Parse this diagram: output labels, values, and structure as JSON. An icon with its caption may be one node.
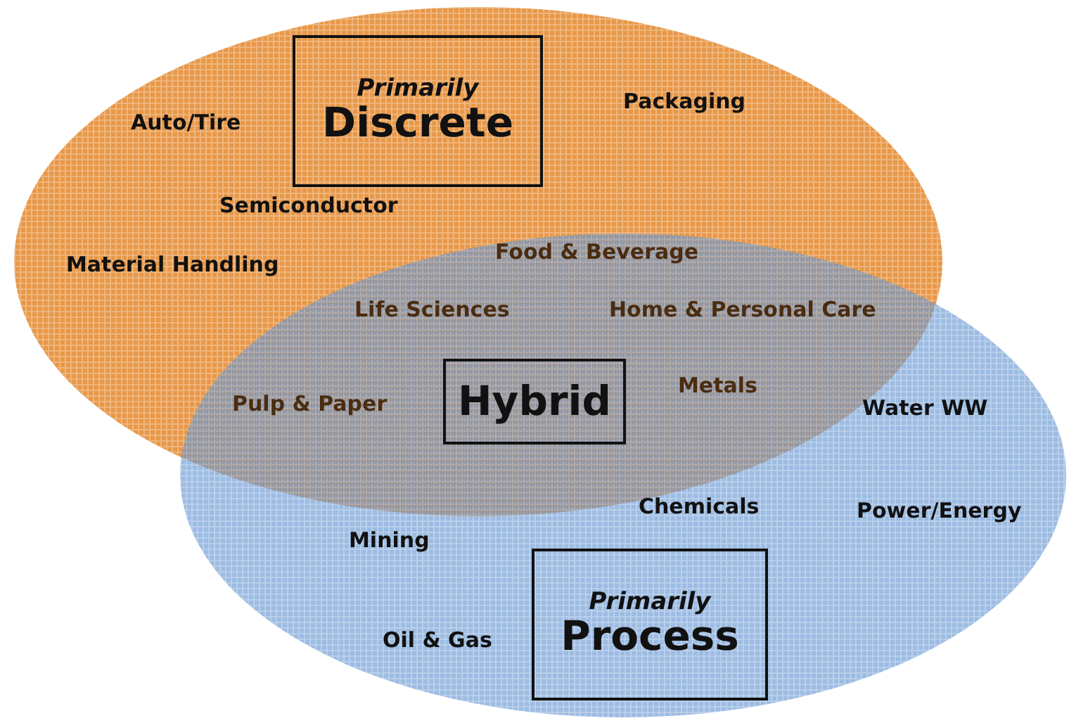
{
  "diagram": {
    "nodes": [
      {
        "text": [],
        "shape": "ellipse"
      },
      {
        "text": [
          "Primarily",
          "Discrete"
        ],
        "in": 0
      },
      {
        "text": [],
        "shape": "ellipse"
      },
      {
        "text": [
          "Hybrid"
        ]
      },
      {
        "text": [
          "Primarily",
          "Process"
        ],
        "in": 2
      }
    ],
    "edges": [],
    "labels": [
      "Auto/Tire",
      "Packaging",
      "Semiconductor",
      "Material Handling",
      "Food & Beverage",
      "Life Sciences",
      "Home & Personal Care",
      "Pulp & Paper",
      "Metals",
      "Water WW",
      "Chemicals",
      "Power/Energy",
      "Mining",
      "Oil & Gas"
    ]
  }
}
